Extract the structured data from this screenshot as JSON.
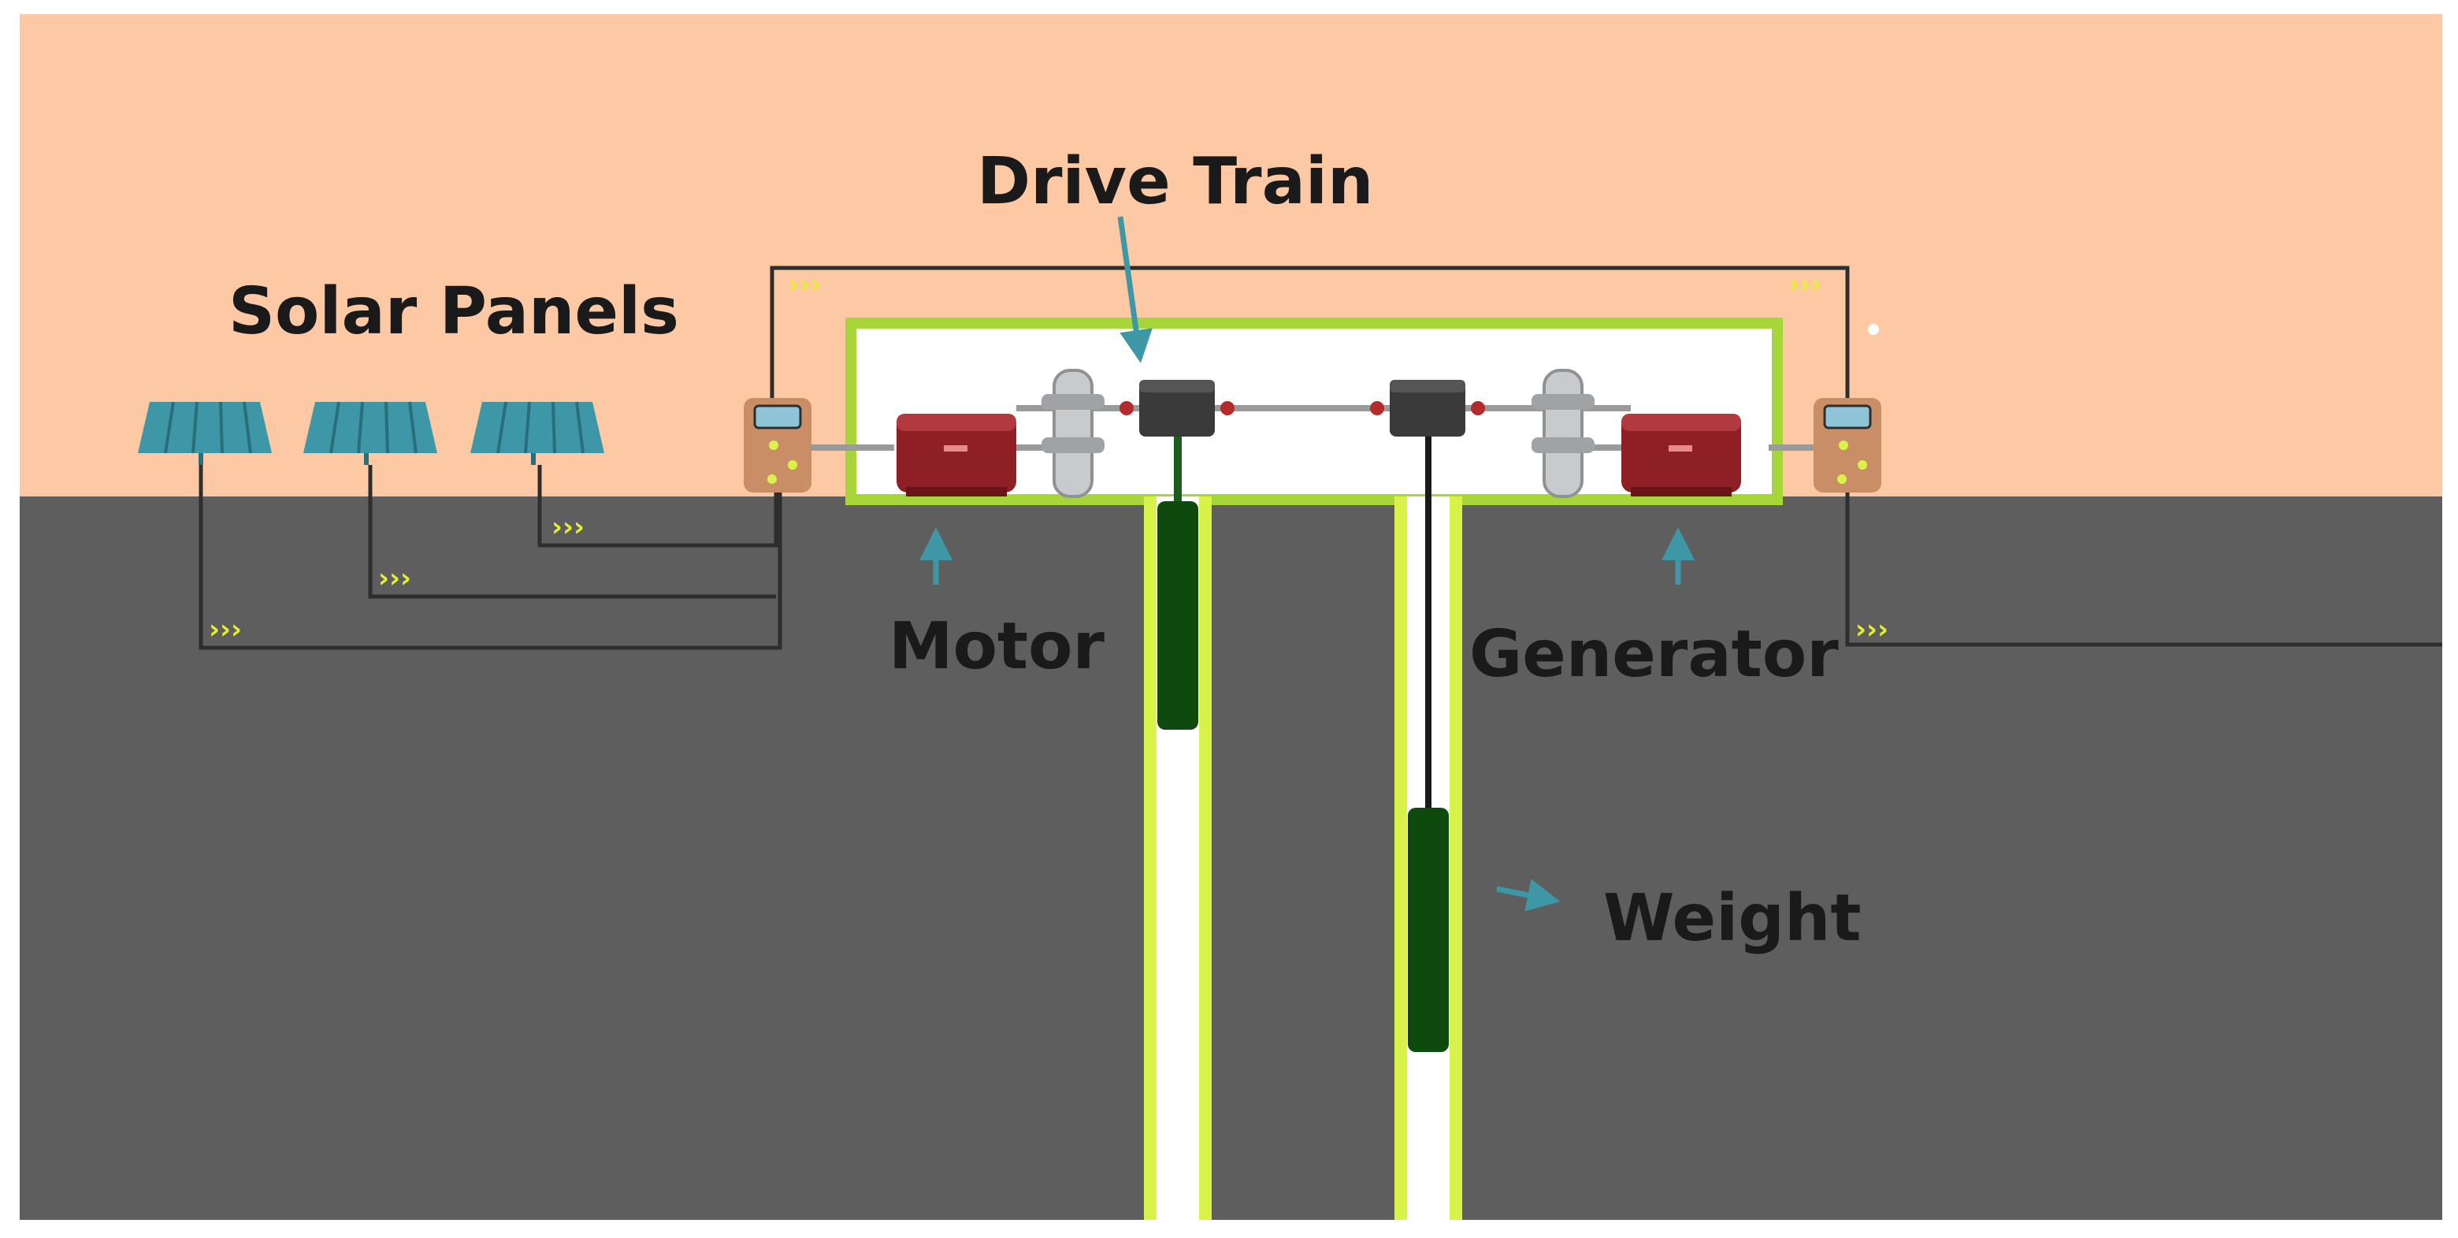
{
  "labels": {
    "solar_panels": "Solar Panels",
    "drive_train": "Drive Train",
    "motor": "Motor",
    "generator": "Generator",
    "weight": "Weight"
  },
  "flow_marker": "›››",
  "colors": {
    "sky": "#FDC9A4",
    "ground": "#5E5E5E",
    "frame": "#A6D63A",
    "shaft_glow": "#D8F24A",
    "wire": "#2E2E2E",
    "machine_red": "#8E1F24",
    "weight_green": "#0E4A0E",
    "panel_teal": "#3E97A6",
    "controller_tan": "#C98E66",
    "arrow_teal": "#3E97A6",
    "chevron": "#E6F02E"
  }
}
